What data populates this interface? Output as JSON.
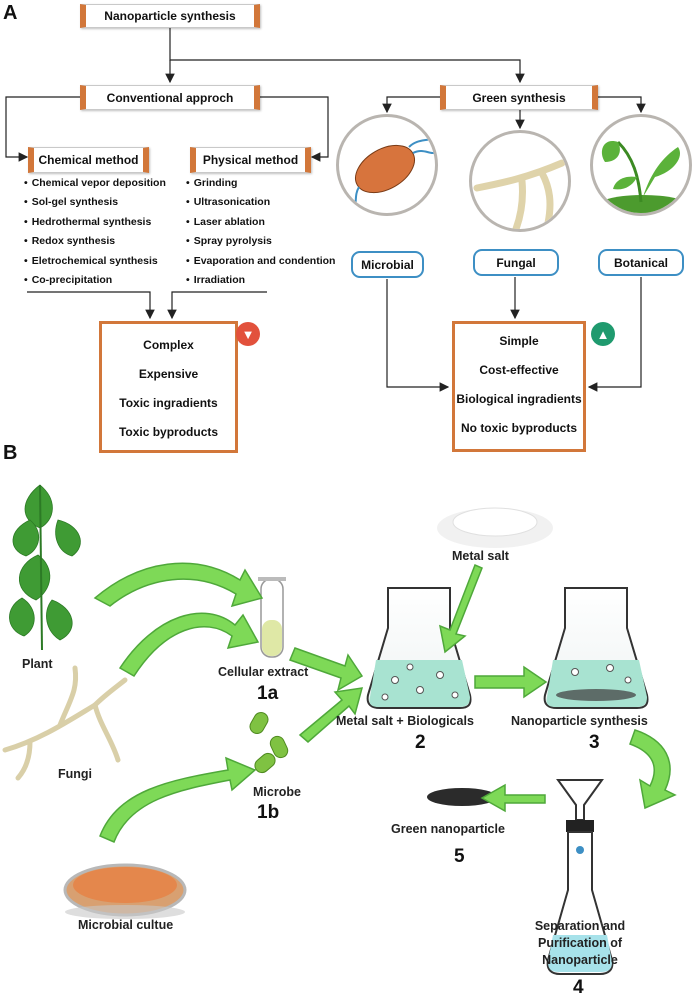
{
  "panel_a": {
    "letter": "A",
    "root": "Nanoparticle synthesis",
    "conventional": "Conventional approch",
    "green": "Green synthesis",
    "chemical": {
      "title": "Chemical method",
      "items": [
        "Chemical vepor deposition",
        "Sol-gel synthesis",
        "Hedrothermal synthesis",
        "Redox synthesis",
        "Eletrochemical synthesis",
        "Co-precipitation"
      ]
    },
    "physical": {
      "title": "Physical method",
      "items": [
        "Grinding",
        "Ultrasonication",
        "Laser ablation",
        "Spray pyrolysis",
        "Evaporation and condention",
        "Irradiation"
      ]
    },
    "sources": [
      "Microbial",
      "Fungal",
      "Botanical"
    ],
    "drawbacks": [
      "Complex",
      "Expensive",
      "Toxic ingradients",
      "Toxic byproducts"
    ],
    "advantages": [
      "Simple",
      "Cost-effective",
      "Biological ingradients",
      "No toxic byproducts"
    ],
    "colors": {
      "box_accent": "#d2773a",
      "pill_border": "#3d8fc4",
      "thumb_down": "#e2513c",
      "thumb_up": "#1f9a6e",
      "arrow_green": "#7ed957"
    }
  },
  "panel_b": {
    "letter": "B",
    "plant": "Plant",
    "fungi": "Fungi",
    "microbial_culture": "Microbial cultue",
    "cellular_extract": "Cellular extract",
    "step_1a": "1a",
    "microbe": "Microbe",
    "step_1b": "1b",
    "metal_salt": "Metal salt",
    "mix": "Metal salt + Biologicals",
    "step_2": "2",
    "nano_synthesis": "Nanoparticle synthesis",
    "step_3": "3",
    "green_nanoparticle": "Green nanoparticle",
    "step_5": "5",
    "separation": [
      "Separation and",
      "Purification of",
      "Nanoparticle"
    ],
    "step_4": "4"
  }
}
